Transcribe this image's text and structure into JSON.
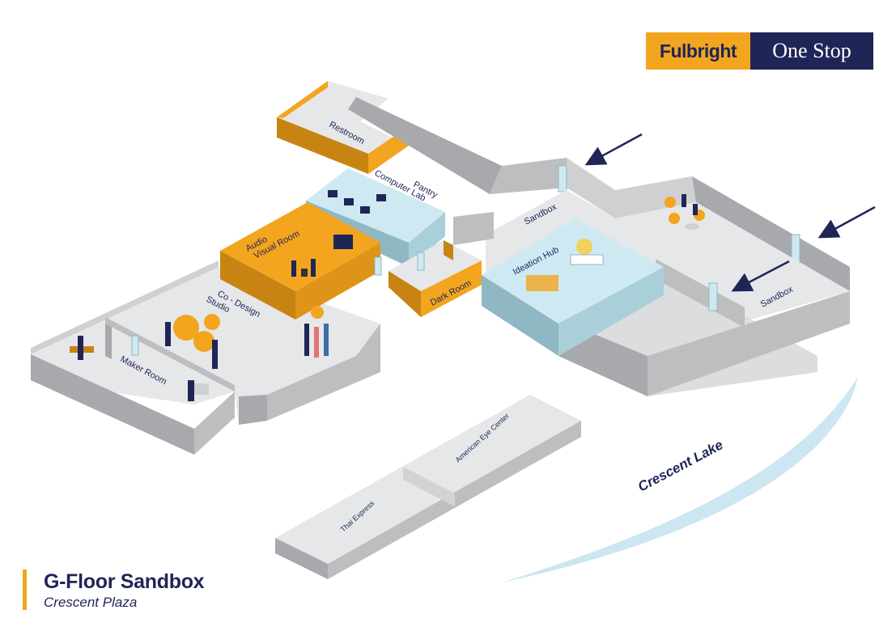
{
  "brand": {
    "part1": "Fulbright",
    "part2": "One Stop",
    "colors": {
      "accent": "#f3a51f",
      "navy": "#1f2557"
    }
  },
  "title": {
    "main": "G-Floor Sandbox",
    "subtitle": "Crescent Plaza"
  },
  "rooms": {
    "restroom": "Restroom",
    "pantry": "Pantry",
    "computer_lab": "Computer Lab",
    "audio": "Audio",
    "visual_room": "Visual Room",
    "co_design": "Co - Design",
    "studio": "Studio",
    "maker_room": "Maker Room",
    "dark_room": "Dark Room",
    "ideation_hub": "Ideation Hub",
    "sandbox_top": "Sandbox",
    "sandbox_right": "Sandbox"
  },
  "shops": {
    "american_eye_center": "American Eye Center",
    "thai_express": "Thai Express"
  },
  "landmarks": {
    "crescent_lake": "Crescent Lake"
  },
  "icons": {
    "entrance_arrow": "arrow-icon",
    "door": "door-icon",
    "people": "person-icon"
  },
  "colors": {
    "floor": "#e6e7e8",
    "wall": "#a7a9ac",
    "wall_light": "#cfd0d2",
    "orange": "#f3a51f",
    "orange_dark": "#c88412",
    "glass": "#cfe9f2",
    "glass_dark": "#8fb7c4",
    "lake": "#cce6f2"
  }
}
